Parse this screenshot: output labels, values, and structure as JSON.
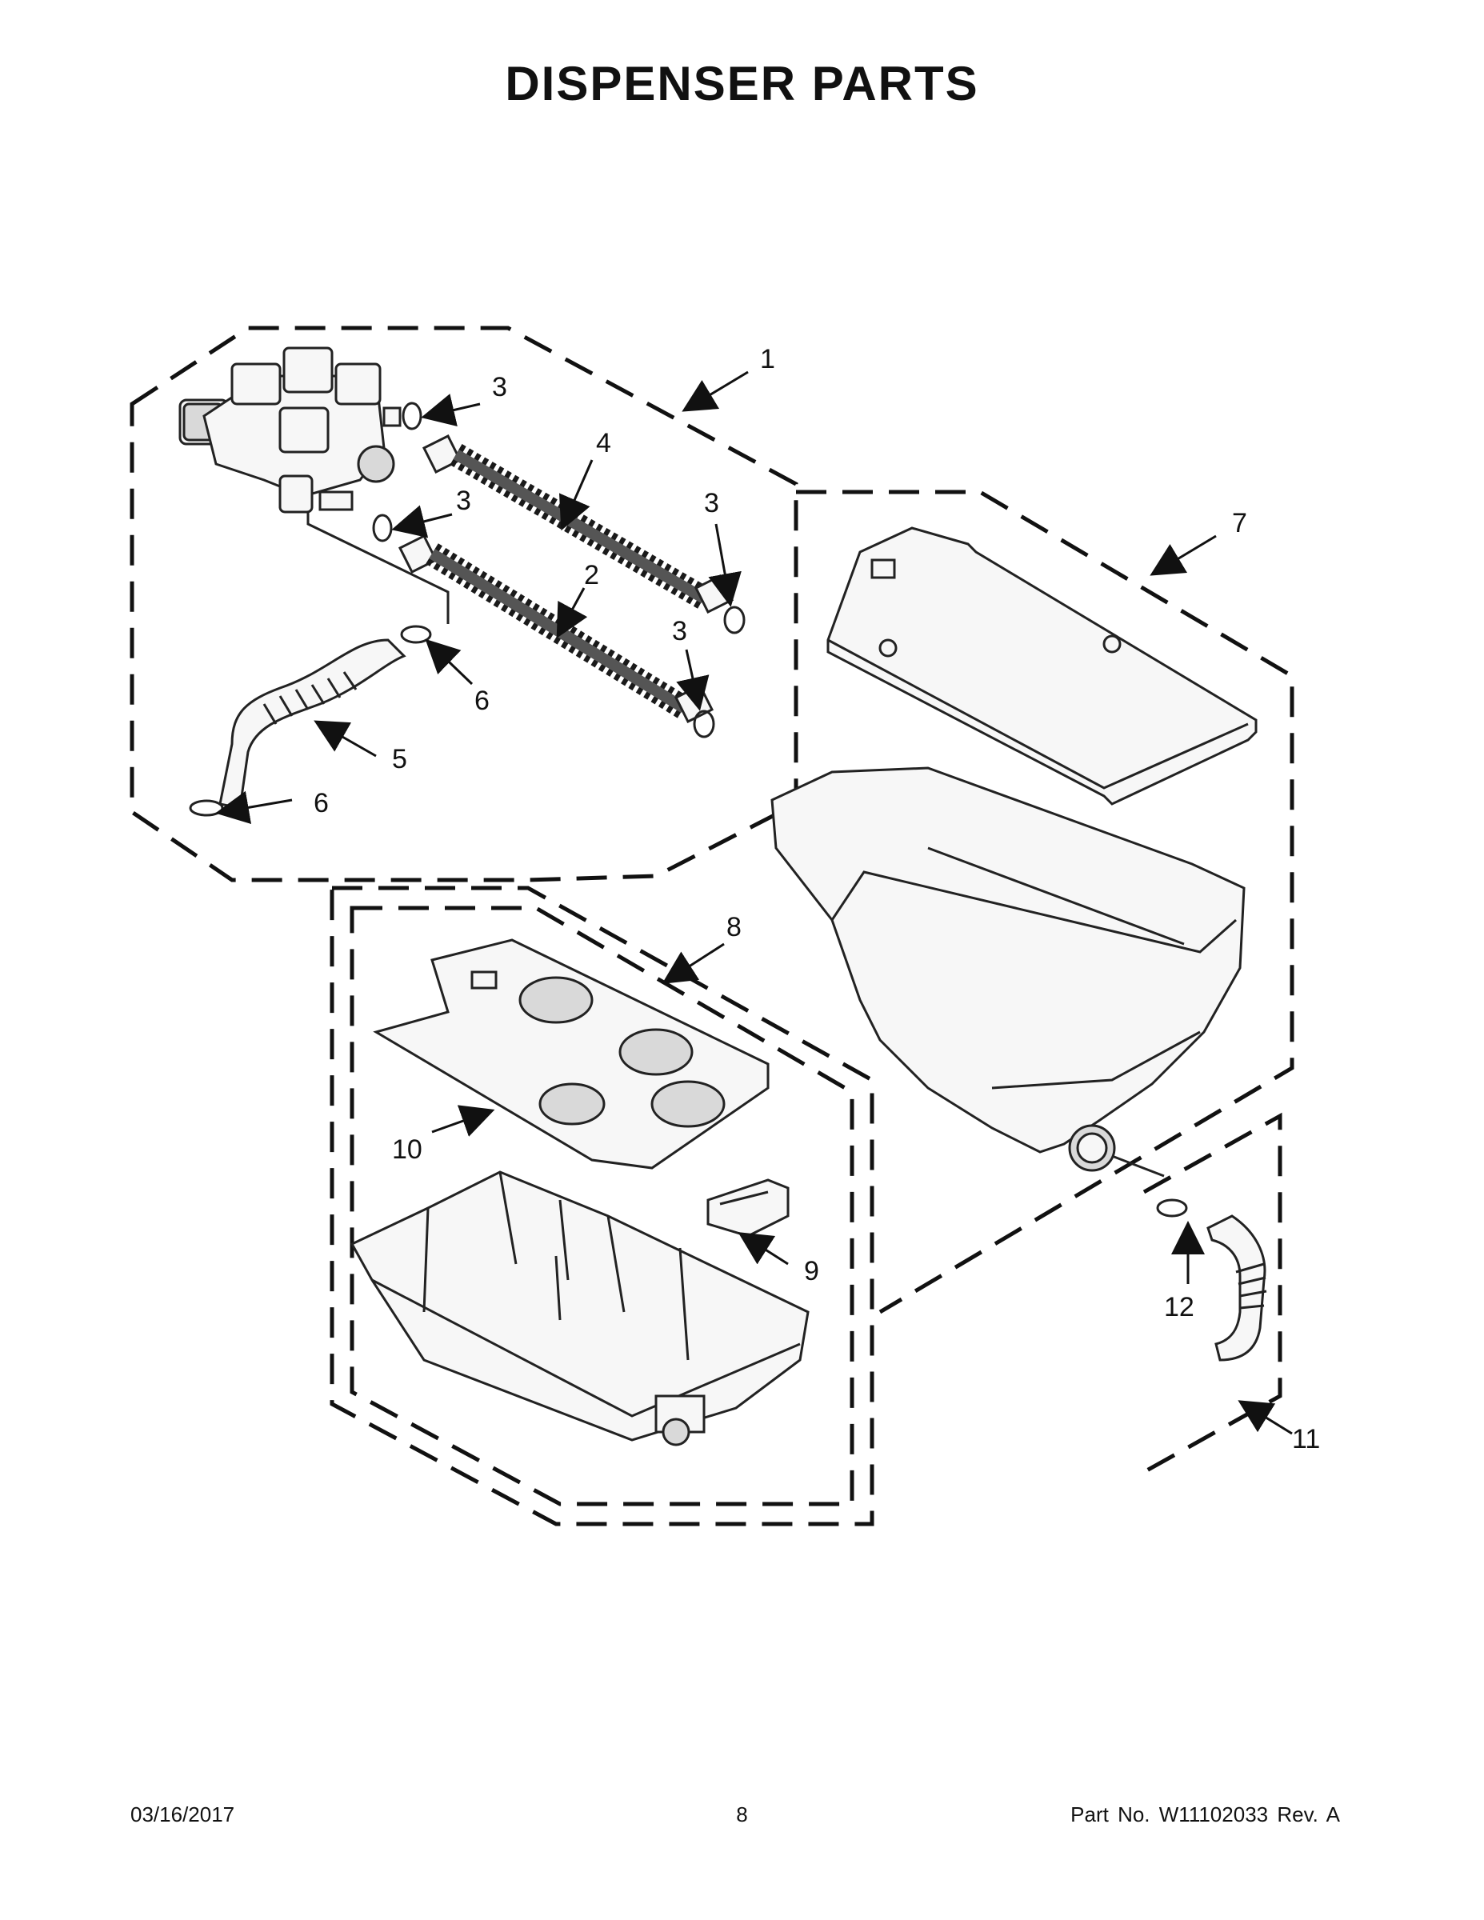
{
  "title": "DISPENSER PARTS",
  "callouts": {
    "c1": "1",
    "c3a": "3",
    "c4": "4",
    "c3b": "3",
    "c3c": "3",
    "c2": "2",
    "c3d": "3",
    "c6a": "6",
    "c5": "5",
    "c6b": "6",
    "c7": "7",
    "c8": "8",
    "c10": "10",
    "c9": "9",
    "c12": "12",
    "c11": "11"
  },
  "footer": {
    "date": "03/16/2017",
    "page": "8",
    "part_no": "Part No.  W11102033  Rev.  A"
  },
  "icons": [
    "water-valve-icon",
    "hose-icon",
    "clamp-icon",
    "dispenser-housing-icon",
    "dispenser-drawer-icon",
    "siphon-icon"
  ]
}
